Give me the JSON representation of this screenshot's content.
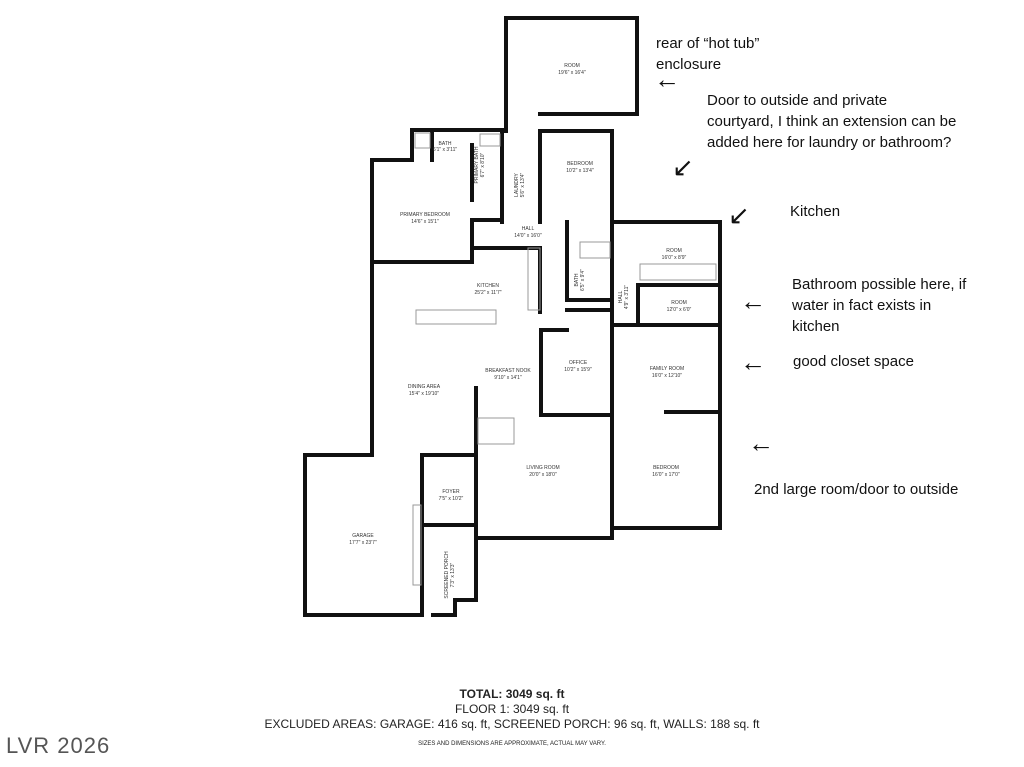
{
  "rooms": [
    {
      "name": "ROOM",
      "dim": "19'6\" x 16'4\""
    },
    {
      "name": "BATH",
      "dim": "6'1\" x 3'11\""
    },
    {
      "name": "PRIMARY BATH",
      "dim": "6'7\" x 8'10\""
    },
    {
      "name": "LAUNDRY",
      "dim": "5'6\" x 13'4\""
    },
    {
      "name": "BEDROOM",
      "dim": "10'2\" x 13'4\""
    },
    {
      "name": "PRIMARY BEDROOM",
      "dim": "14'6\" x 15'1\""
    },
    {
      "name": "HALL",
      "dim": "14'0\" x 16'0\""
    },
    {
      "name": "KITCHEN",
      "dim": "25'2\" x 11'7\""
    },
    {
      "name": "BATH",
      "dim": "6'5\" x 9'4\""
    },
    {
      "name": "HALL",
      "dim": "4'9\" x 3'11\""
    },
    {
      "name": "ROOM",
      "dim": "16'0\" x 8'9\""
    },
    {
      "name": "ROOM",
      "dim": "12'0\" x 6'0\""
    },
    {
      "name": "OFFICE",
      "dim": "10'2\" x 15'9\""
    },
    {
      "name": "FAMILY ROOM",
      "dim": "16'0\" x 12'10\""
    },
    {
      "name": "BREAKFAST NOOK",
      "dim": "9'10\" x 14'1\""
    },
    {
      "name": "DINING AREA",
      "dim": "15'4\" x 19'10\""
    },
    {
      "name": "LIVING ROOM",
      "dim": "20'0\" x 18'0\""
    },
    {
      "name": "BEDROOM",
      "dim": "16'0\" x 17'0\""
    },
    {
      "name": "GARAGE",
      "dim": "17'7\" x 23'7\""
    },
    {
      "name": "FOYER",
      "dim": "7'5\" x 10'2\""
    },
    {
      "name": "SCREENED PORCH",
      "dim": "7'3\" x 13'3\""
    }
  ],
  "notes": [
    "rear of “hot tub” enclosure",
    "Door to outside and private courtyard, I think an extension can be added here for laundry or bathroom?",
    "Kitchen",
    "Bathroom possible here, if water in fact exists in kitchen",
    "good closet space",
    "2nd large room/door to outside"
  ],
  "totals": {
    "total": "TOTAL: 3049 sq. ft",
    "floor": "FLOOR 1: 3049 sq. ft",
    "excluded": "EXCLUDED AREAS: GARAGE: 416 sq. ft, SCREENED PORCH: 96 sq. ft, WALLS: 188 sq. ft",
    "disclaimer": "SIZES AND DIMENSIONS ARE APPROXIMATE, ACTUAL MAY VARY."
  },
  "watermark": "LVR 2026"
}
